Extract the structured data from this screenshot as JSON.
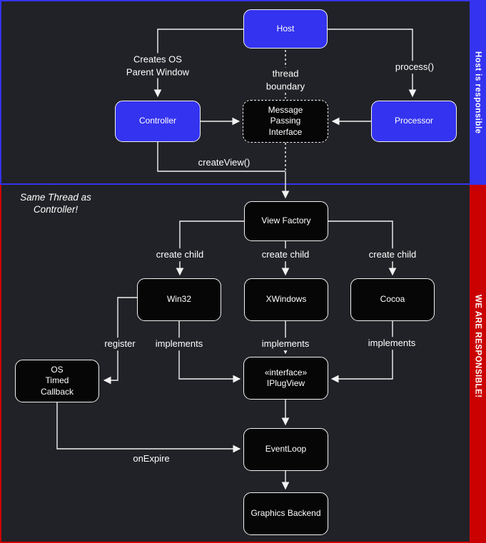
{
  "diagram": {
    "colors": {
      "background": "#212227",
      "host_accent": "#3433f0",
      "plugin_accent": "#cb0101",
      "box_fill": "#060607",
      "stroke": "#f2f2f2"
    },
    "sections": {
      "host": {
        "sidebar_label": "Host is responsible"
      },
      "plugin": {
        "sidebar_label": "WE ARE RESPONSIBLE!"
      }
    },
    "nodes": [
      {
        "id": "host",
        "label": "Host"
      },
      {
        "id": "controller",
        "label": "Controller"
      },
      {
        "id": "message-passing-interface",
        "label": "Message\nPassing\nInterface"
      },
      {
        "id": "processor",
        "label": "Processor"
      },
      {
        "id": "view-factory",
        "label": "View Factory"
      },
      {
        "id": "win32",
        "label": "Win32"
      },
      {
        "id": "xwindows",
        "label": "XWindows"
      },
      {
        "id": "cocoa",
        "label": "Cocoa"
      },
      {
        "id": "iplugview",
        "label": "«interface»\nIPlugView"
      },
      {
        "id": "os-timed-callback",
        "label": "OS\nTimed\nCallback"
      },
      {
        "id": "eventloop",
        "label": "EventLoop"
      },
      {
        "id": "graphics-backend",
        "label": "Graphics Backend"
      }
    ],
    "edge_labels": [
      {
        "id": "creates-os-parent-window",
        "text": "Creates OS\nParent Window"
      },
      {
        "id": "thread-boundary",
        "text": "thread\nboundary"
      },
      {
        "id": "process",
        "text": "process()"
      },
      {
        "id": "create-view",
        "text": "createView()"
      },
      {
        "id": "create-child-win32",
        "text": "create child"
      },
      {
        "id": "create-child-xwindows",
        "text": "create child"
      },
      {
        "id": "create-child-cocoa",
        "text": "create child"
      },
      {
        "id": "register",
        "text": "register"
      },
      {
        "id": "implements-win32",
        "text": "implements"
      },
      {
        "id": "implements-xwindows",
        "text": "implements"
      },
      {
        "id": "implements-cocoa",
        "text": "implements"
      },
      {
        "id": "on-expire",
        "text": "onExpire"
      }
    ],
    "annotations": [
      {
        "id": "same-thread-note",
        "text": "Same Thread as\nController!"
      }
    ]
  }
}
